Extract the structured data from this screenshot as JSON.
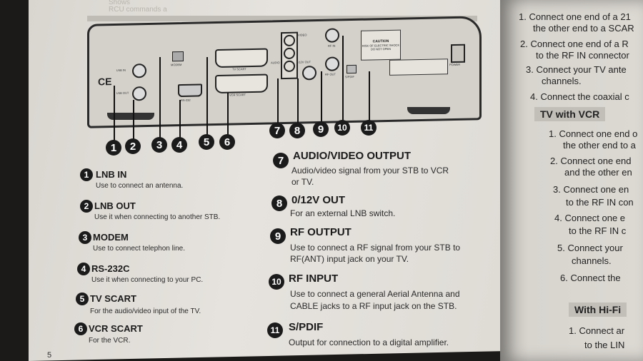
{
  "page_number": "5",
  "top_faded_text": [
    "Shows",
    "RCU commands a"
  ],
  "panel_labels": {
    "lnb_in": "LNB IN",
    "lnb_out": "LNB OUT",
    "modem": "MODEM",
    "rs232": "RS-232",
    "tv_scart": "TV SCART",
    "vcr_scart": "VCR SCART",
    "video": "VIDEO",
    "audio": "AUDIO",
    "out_12v": "0/12V OUT",
    "rf_in": "RF IN",
    "rf_out": "RF OUT",
    "spdif": "S/PDIF",
    "power": "POWER",
    "caution_title": "CAUTION",
    "caution_text": "RISK OF ELECTRIC SHOCK DO NOT OPEN"
  },
  "items_left": [
    {
      "num": "1",
      "title": "LNB IN",
      "desc": "Use to connect an antenna."
    },
    {
      "num": "2",
      "title": "LNB OUT",
      "desc": "Use it when connecting to another STB."
    },
    {
      "num": "3",
      "title": "MODEM",
      "desc": "Use to connect telephon line."
    },
    {
      "num": "4",
      "title": "RS-232C",
      "desc": "Use it when connecting to your PC."
    },
    {
      "num": "5",
      "title": "TV SCART",
      "desc": "For the audio/video input of the TV."
    },
    {
      "num": "6",
      "title": "VCR SCART",
      "desc": "For the VCR."
    }
  ],
  "items_right": [
    {
      "num": "7",
      "title": "AUDIO/VIDEO OUTPUT",
      "desc1": "Audio/video signal from your STB to VCR",
      "desc2": "or TV."
    },
    {
      "num": "8",
      "title": "0/12V OUT",
      "desc1": "For an external LNB switch.",
      "desc2": ""
    },
    {
      "num": "9",
      "title": "RF OUTPUT",
      "desc1": "Use to connect a RF signal from your STB to",
      "desc2": "RF(ANT) input jack on your TV."
    },
    {
      "num": "10",
      "title": "RF INPUT",
      "desc1": "Use to connect a general Aerial Antenna and",
      "desc2": "CABLE jacks to a RF input jack on the STB."
    },
    {
      "num": "11",
      "title": "S/PDIF",
      "desc1": "Output for connection to a digital amplifier.",
      "desc2": ""
    }
  ],
  "diagram_badges": [
    "1",
    "2",
    "3",
    "4",
    "5",
    "6",
    "7",
    "8",
    "9",
    "10",
    "11"
  ],
  "right_page": {
    "lines_top": [
      "1. Connect one end of a 21",
      "the other end to a SCAR",
      "2. Connect one end of a R",
      "to the RF IN connector",
      "3. Connect your TV ante",
      "channels.",
      "4. Connect the coaxial c"
    ],
    "section_vcr": "TV with VCR",
    "lines_vcr": [
      "1. Connect one end o",
      "the other end to a",
      "2. Connect one end",
      "and the other en",
      "3. Connect one en",
      "to the RF IN con",
      "4. Connect one e",
      "to the RF IN c",
      "5. Connect your",
      "channels.",
      "6. Connect the"
    ],
    "section_hifi": "With Hi-Fi",
    "lines_hifi": [
      "1. Connect ar",
      "to the LIN"
    ]
  }
}
